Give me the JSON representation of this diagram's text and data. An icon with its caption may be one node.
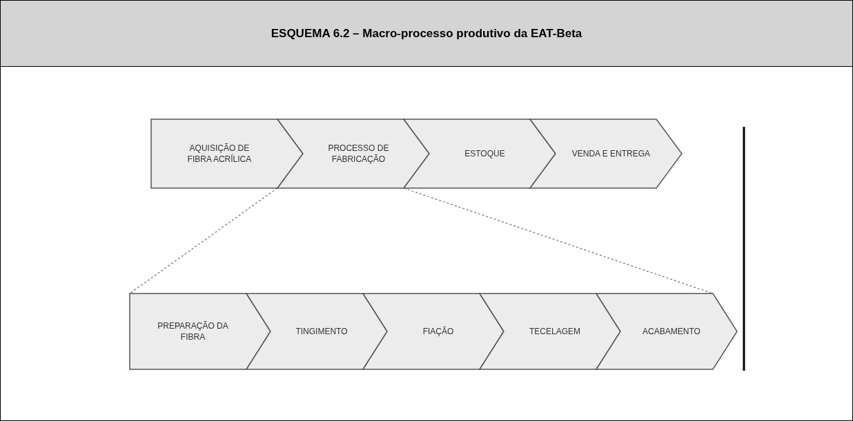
{
  "diagram": {
    "title": "ESQUEMA 6.2 – Macro-processo produtivo da EAT-Beta",
    "nodes": [
      {
        "text": [
          "AQUISIÇÃO DE FIBRA ACRÍLICA"
        ]
      },
      {
        "text": [
          "PROCESSO DE FABRICAÇÃO"
        ]
      },
      {
        "text": [
          "ESTOQUE"
        ]
      },
      {
        "text": [
          "VENDA E ENTREGA"
        ]
      },
      {
        "text": [
          "PREPARAÇÃO DA FIBRA"
        ]
      },
      {
        "text": [
          "TINGIMENTO"
        ]
      },
      {
        "text": [
          "FIAÇÃO"
        ]
      },
      {
        "text": [
          "TECELAGEM"
        ]
      },
      {
        "text": [
          "ACABAMENTO"
        ]
      }
    ],
    "edges": [
      {
        "from": 1,
        "to": 4,
        "arrow": "none",
        "style": "dashed"
      },
      {
        "from": 1,
        "to": 8,
        "arrow": "none",
        "style": "dashed"
      }
    ]
  }
}
